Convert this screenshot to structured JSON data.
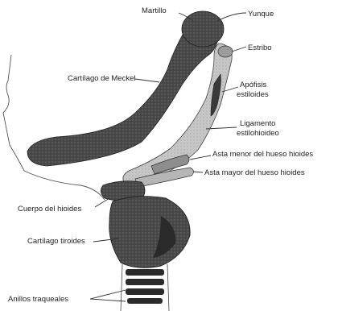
{
  "labels": {
    "martillo": "Martillo",
    "yunque": "Yunque",
    "estribo": "Estribo",
    "cartilago_meckel": "Cartílago de Meckel",
    "apofisis": "Apófisis",
    "estiloides": "estiloides",
    "ligamento": "Ligamento",
    "estilohioideo": "estilohioideo",
    "asta_menor": "Asta menor del hueso hioides",
    "asta_mayor": "Asta mayor del hueso hioides",
    "cuerpo_hioides": "Cuerpo del hioides",
    "cartilago_tiroides": "Cartílago tiroides",
    "anillos_traqueales": "Anillos traqueales"
  },
  "colors": {
    "cartilage": "#3f3f3f",
    "cartilage_light": "#bdbdbd",
    "bone": "#6a6a6a",
    "ink": "#222222"
  }
}
